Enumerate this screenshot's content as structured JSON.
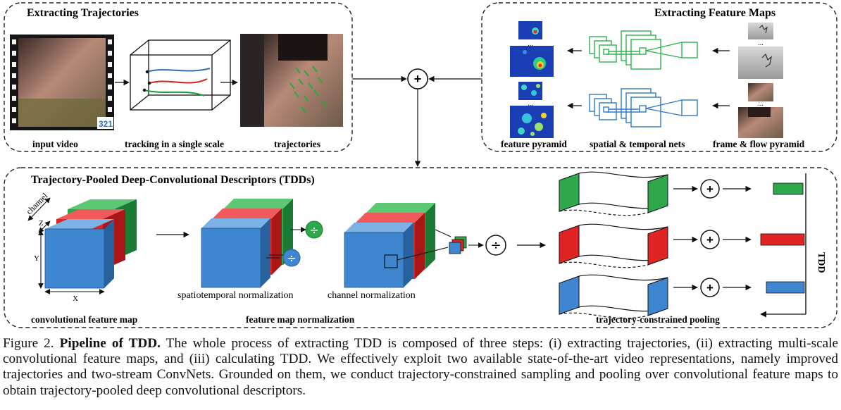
{
  "panels": {
    "trajectories": {
      "title": "Extracting Trajectories",
      "labels": [
        "input video",
        "tracking in a single scale",
        "trajectories"
      ],
      "frame_badge": "321"
    },
    "feature_maps": {
      "title": "Extracting Feature Maps",
      "labels": [
        "feature pyramid",
        "spatial & temporal nets",
        "frame & flow pyramid"
      ],
      "ellipsis": "..."
    },
    "tdd": {
      "title": "Trajectory-Pooled Deep-Convolutional Descriptors (TDDs)",
      "axis_labels": {
        "channel": "channel",
        "z": "Z",
        "y": "Y",
        "x": "X"
      },
      "labels": {
        "conv_map": "convolutional feature map",
        "map_norm": "feature map normalization",
        "st_norm": "spatiotemporal normalization",
        "ch_norm": "channel normalization",
        "pooling": "trajectory-constrained pooling",
        "output": "TDD"
      },
      "ops": {
        "plus": "+",
        "divide": "÷"
      }
    }
  },
  "caption": {
    "prefix": "Figure 2. ",
    "bold": "Pipeline of TDD.",
    "text": " The whole process of extracting TDD is composed of three steps: (i) extracting trajectories, (ii) extracting multi-scale convolutional feature maps, and (iii) calculating TDD. We effectively exploit two available state-of-the-art video representations, namely improved trajectories and two-stream ConvNets. Grounded on them, we conduct trajectory-constrained sampling and pooling over convolutional feature maps to obtain trajectory-pooled deep convolutional descriptors."
  },
  "colors": {
    "green": "#2ea84a",
    "red": "#e02424",
    "blue": "#3f86d0",
    "spatial_net": "#2bb24c",
    "temporal_net": "#2f78c4",
    "heat_bg": "#1a3fb5"
  }
}
